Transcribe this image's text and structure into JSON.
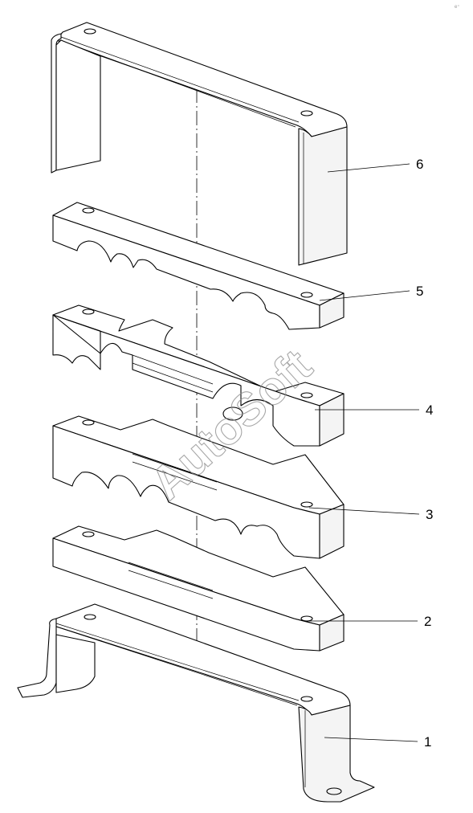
{
  "callouts": [
    {
      "id": "1",
      "label": "1"
    },
    {
      "id": "2",
      "label": "2"
    },
    {
      "id": "3",
      "label": "3"
    },
    {
      "id": "4",
      "label": "4"
    },
    {
      "id": "5",
      "label": "5"
    },
    {
      "id": "6",
      "label": "6"
    }
  ],
  "watermark": "AutoSoft",
  "corner_mark": "e⁺"
}
